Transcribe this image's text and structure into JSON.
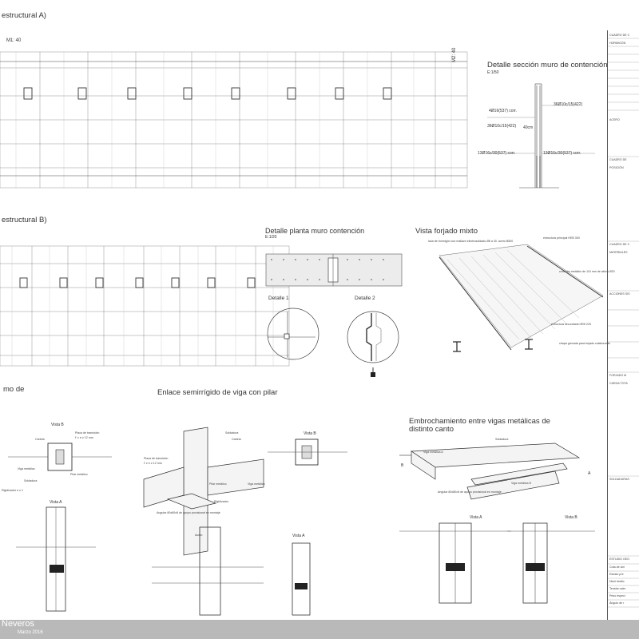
{
  "plans": {
    "plan_a_title": "estructural A)",
    "plan_b_title": "estructural B)",
    "scale_top": "M1: 40",
    "scale_side": "M2: 40"
  },
  "wall_section": {
    "title": "Detalle sección muro de contención",
    "scale": "E:1/50",
    "labels": [
      "4Ø16(537) corr.",
      "36Ø10c/15(422)",
      "36Ø10c/15(422)",
      "40cm",
      "13Ø16c/30(537) corr.",
      "13Ø16c/30(537) corr."
    ]
  },
  "wall_plan": {
    "title": "Detalle planta muro contención",
    "scale": "E:1/20",
    "detail1": "Detalle 1",
    "detail2": "Detalle 2"
  },
  "mixed_slab": {
    "title": "Vista forjado mixto",
    "labels": [
      "losa de hormigón con mallazo electrosoldado Ø6 a 30. acero B500",
      "estructura principal HEB 300",
      "conector metálico de 110 mm de altura Ø20",
      "estructura secundaria HEB 220",
      "chapa grecada para forjado colaborante"
    ]
  },
  "detail_left": {
    "title": "mo de",
    "vista_b": "Vista B",
    "vista_a": "Vista A",
    "labels": [
      "Cartela",
      "Placa de transición",
      "ℓ' ≥ e ≥ 12 mm",
      "Viga metálica",
      "Pilar metálico",
      "Soldadura",
      "Rigidizador e ≥ 1"
    ]
  },
  "semirigid": {
    "title": "Enlace semirrígido de viga con pilar",
    "vista_b": "Vista B",
    "vista_a": "Vista A",
    "labels": [
      "Soldadura",
      "Cartela",
      "Pilar metálico",
      "Placa de transición",
      "ℓ' ≥ e ≥ 12 mm",
      "Viga metálica",
      "Rigidizador",
      "Angular 80x80x8 de apoyo provisional en montaje",
      "Acero"
    ]
  },
  "beam_join": {
    "title_line1": "Embrochamiento entre vigas metálicas de",
    "title_line2": "distinto canto",
    "vista_a": "Vista A",
    "vista_b": "Vista B",
    "labels": [
      "Viga metálica A",
      "Soldadura",
      "Viga metálica B",
      "Angular 80x80x8 de apoyo provisional en montaje",
      "A",
      "B"
    ]
  },
  "side_panel": {
    "headings": [
      "CUADRO DE C",
      "HORMIGÓN",
      "ACERO",
      "CUADRO DE",
      "POSICIÓN",
      "CUADRO DE C",
      "MATERIALES",
      "ACCIONES SIS",
      "FORJADO M",
      "CARGA TOTA",
      "SOLDADURAS",
      "ESTUDIO GEO"
    ],
    "rows": [
      "Cota de cim",
      "Estrato pre",
      "Nivel freátic",
      "Tensión adm",
      "Peso especí",
      "Ángulo de r"
    ]
  },
  "footer": {
    "name": "Neveros",
    "date": "Marzo 2016"
  }
}
